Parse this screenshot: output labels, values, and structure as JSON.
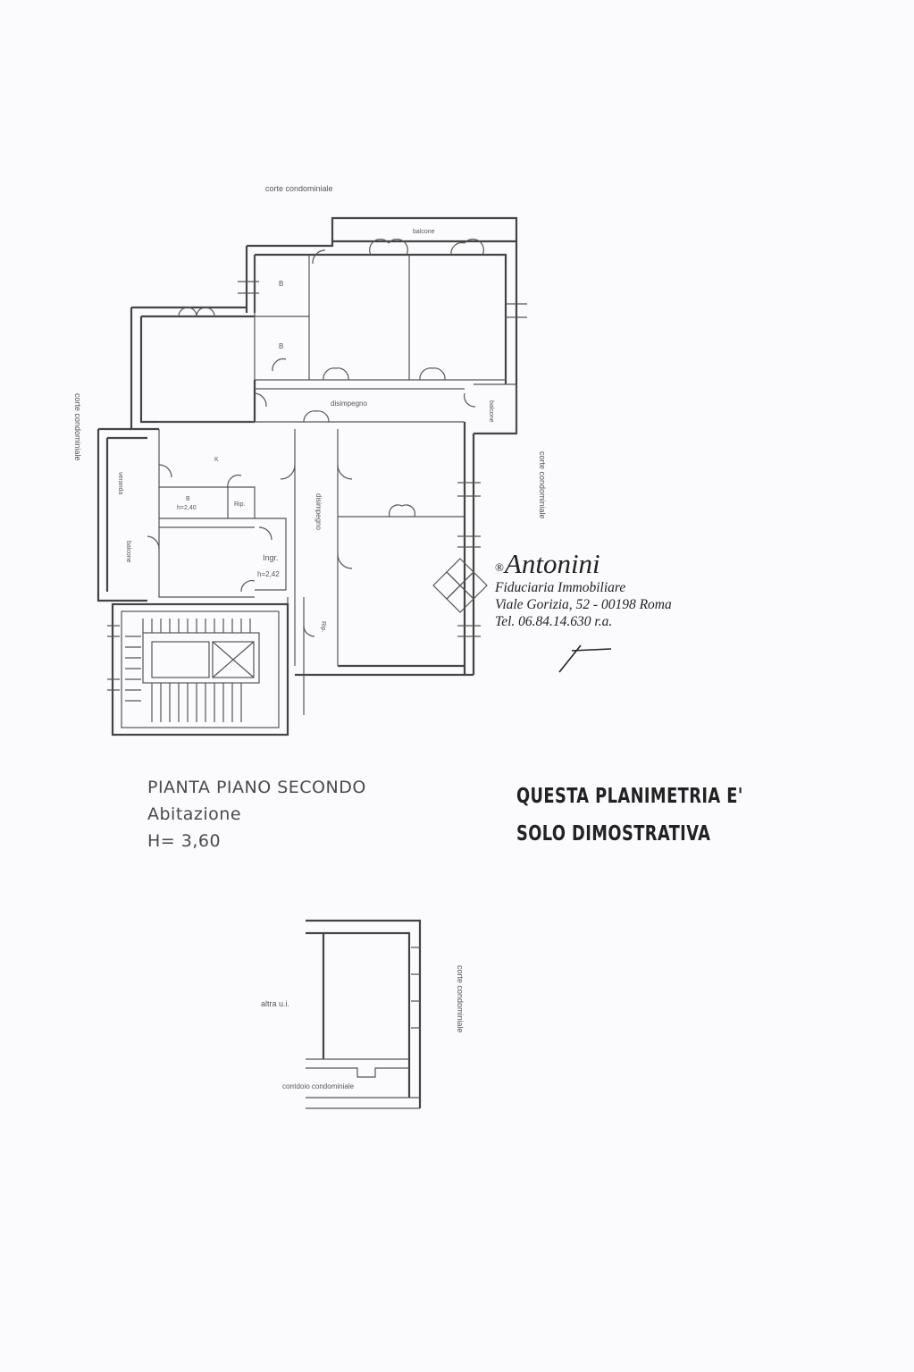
{
  "plan_labels": {
    "corte_top": "corte condominiale",
    "corte_left": "corte condominiale",
    "corte_right": "corte condominiale",
    "corte_lower": "corte condominiale",
    "balcone_top": "balcone",
    "balcone_right": "balcone",
    "balcone_left": "balcone",
    "veranda": "veranda",
    "disimpegno_h": "disimpegno",
    "disimpegno_v": "disimpegno",
    "bagno_1": "B",
    "bagno_2": "B",
    "cucina": "K",
    "bagno_3": "B",
    "h240": "h=2,40",
    "rip": "Rip.",
    "ingr": "Ingr.",
    "h242": "h=2,42",
    "rip_v": "Rip.",
    "altra_ui": "altra u.i.",
    "corridoio": "corridoio condominiale"
  },
  "title_block": {
    "line1": "PIANTA PIANO SECONDO",
    "line2": "Abitazione",
    "line3": "H= 3,60"
  },
  "notice": {
    "line1": "QUESTA PLANIMETRIA E'",
    "line2": "SOLO DIMOSTRATIVA"
  },
  "agency": {
    "reg": "®",
    "name": "Antonini",
    "subtitle": "Fiduciaria Immobiliare",
    "address": "Viale Gorizia, 52 - 00198 Roma",
    "phone": "Tel. 06.84.14.630 r.a."
  }
}
